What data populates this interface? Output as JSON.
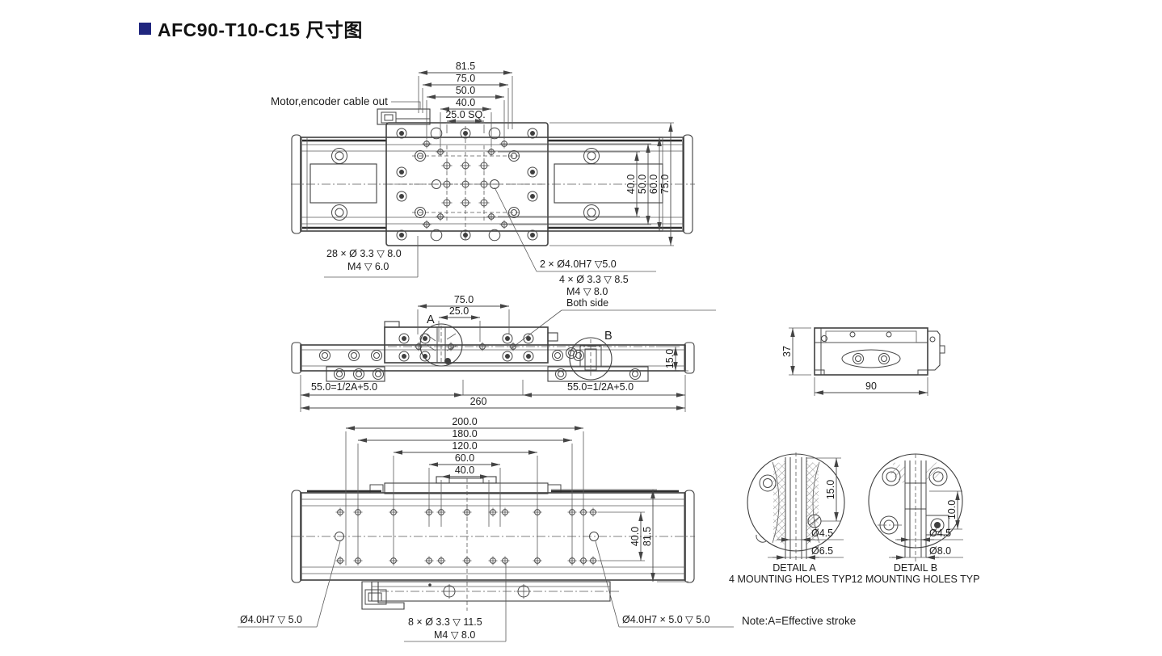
{
  "title": {
    "text": "AFC90-T10-C15 尺寸图"
  },
  "colors": {
    "accent": "#20267e",
    "line": "#3f3f3f"
  },
  "top_view": {
    "cable_label": "Motor,encoder cable out",
    "dims_h": [
      "81.5",
      "75.0",
      "50.0",
      "40.0",
      "25.0 SQ."
    ],
    "dims_v": [
      "40.0",
      "50.0",
      "60.0",
      "75.0"
    ],
    "label_28": [
      "28 × Ø 3.3 ▽ 8.0",
      "M4 ▽ 6.0"
    ],
    "label_2": "2 × Ø4.0H7 ▽5.0",
    "label_4": [
      "4 × Ø 3.3 ▽ 8.5",
      "M4 ▽ 8.0",
      "Both side"
    ]
  },
  "front_view": {
    "marker_a": "A",
    "marker_b": "B",
    "dim_75": "75.0",
    "dim_25": "25.0",
    "dim_15": "15.0",
    "dim_left": "55.0=1/2A+5.0",
    "dim_right": "55.0=1/2A+5.0",
    "dim_total": "260"
  },
  "end_view": {
    "dim_h": "37",
    "dim_w": "90"
  },
  "bottom_view": {
    "dims_h": [
      "200.0",
      "180.0",
      "120.0",
      "60.0",
      "40.0"
    ],
    "dim_40": "40.0",
    "dim_815": "81.5",
    "label_left": "Ø4.0H7 ▽ 5.0",
    "label_mid": [
      "8 × Ø 3.3 ▽ 11.5",
      "M4 ▽ 8.0"
    ],
    "label_right": "Ø4.0H7 × 5.0 ▽ 5.0",
    "note": "Note:A=Effective stroke"
  },
  "detail_a": {
    "dim": "15.0",
    "dia_1": "Ø4.5",
    "dia_2": "Ø6.5",
    "caption": "DETAIL A",
    "subcaption": "4 MOUNTING HOLES TYP"
  },
  "detail_b": {
    "dim": "10.0",
    "dia_1": "Ø4.5",
    "dia_2": "Ø8.0",
    "caption": "DETAIL B",
    "subcaption": "12 MOUNTING HOLES TYP"
  }
}
